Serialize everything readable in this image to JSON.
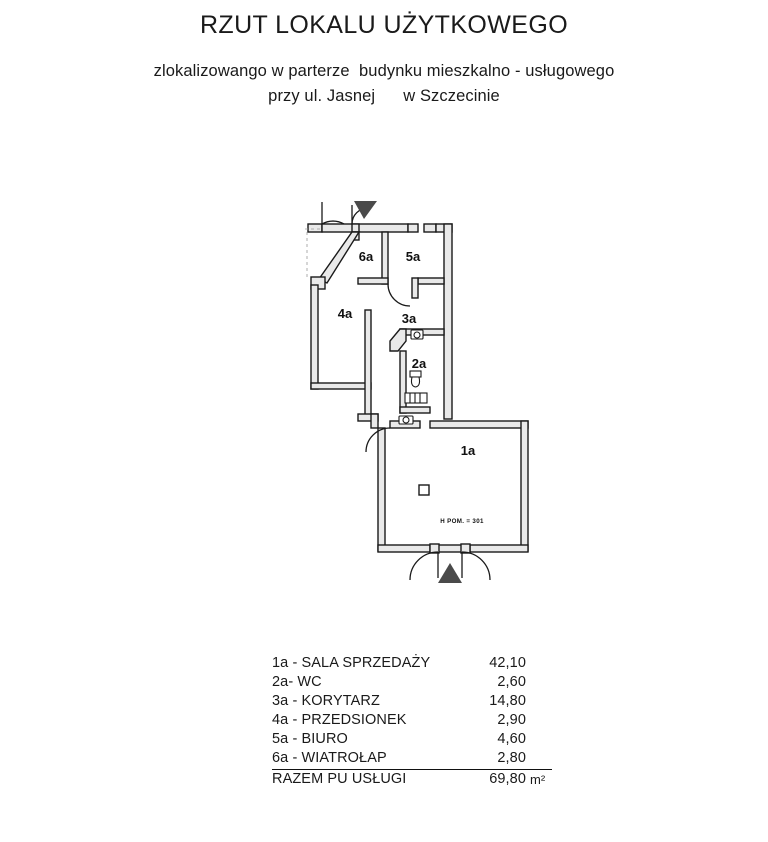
{
  "document": {
    "title": "RZUT LOKALU UŻYTKOWEGO",
    "subtitle_line1": "zlokalizowango w parterze  budynku mieszkalno - usługowego",
    "subtitle_line2": "przy ul. Jasnej      w Szczecinie"
  },
  "plan": {
    "room_labels": {
      "r1a": "1a",
      "r2a": "2a",
      "r3a": "3a",
      "r4a": "4a",
      "r5a": "5a",
      "r6a": "6a"
    },
    "height_note": "H POM. = 301",
    "ink_color": "#1a1a1a",
    "wall_fill": "#e8e8e8"
  },
  "legend": {
    "rows": [
      {
        "code": "1a - SALA SPRZEDAŻY",
        "area": "42,10",
        "unit": ""
      },
      {
        "code": "2a-  WC",
        "area": "2,60",
        "unit": ""
      },
      {
        "code": "3a - KORYTARZ",
        "area": "14,80",
        "unit": ""
      },
      {
        "code": "4a - PRZEDSIONEK",
        "area": "2,90",
        "unit": ""
      },
      {
        "code": "5a - BIURO",
        "area": "4,60",
        "unit": ""
      },
      {
        "code": "6a - WIATROŁAP",
        "area": "2,80",
        "unit": ""
      }
    ],
    "total": {
      "code": "RAZEM PU  USŁUGI",
      "area": "69,80",
      "unit": "m²"
    }
  }
}
